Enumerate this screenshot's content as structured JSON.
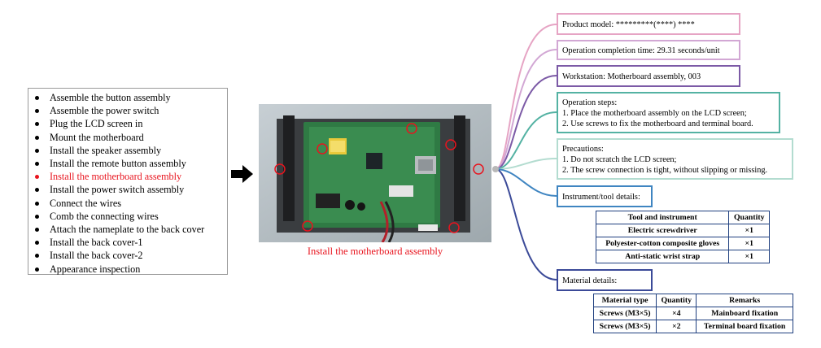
{
  "steps": [
    {
      "label": "Assemble the button assembly",
      "active": false
    },
    {
      "label": "Assemble the power switch",
      "active": false
    },
    {
      "label": "Plug the LCD screen in",
      "active": false
    },
    {
      "label": "Mount the motherboard",
      "active": false
    },
    {
      "label": "Install the speaker assembly",
      "active": false
    },
    {
      "label": "Install the remote button assembly",
      "active": false
    },
    {
      "label": "Install the motherboard assembly",
      "active": true
    },
    {
      "label": "Install the power switch assembly",
      "active": false
    },
    {
      "label": "Connect the wires",
      "active": false
    },
    {
      "label": "Comb the connecting wires",
      "active": false
    },
    {
      "label": "Attach the nameplate to the back cover",
      "active": false
    },
    {
      "label": "Install the back cover-1",
      "active": false
    },
    {
      "label": "Install the back cover-2",
      "active": false
    },
    {
      "label": "Appearance inspection",
      "active": false
    }
  ],
  "photo_caption": "Install the motherboard assembly",
  "info": {
    "product_model": "Product model: *********(****) ****",
    "completion_time": "Operation completion time: 29.31 seconds/unit",
    "workstation": "Workstation: Motherboard assembly, 003",
    "operation_steps_title": "Operation steps:",
    "operation_step_1": "1. Place the motherboard assembly on the LCD screen;",
    "operation_step_2": "2. Use screws to fix the motherboard and terminal board.",
    "precautions_title": "Precautions:",
    "precaution_1": "1. Do not scratch the LCD screen;",
    "precaution_2": "2. The screw connection is tight, without slipping or missing.",
    "tool_details_title": "Instrument/tool details:",
    "material_details_title": "Material details:"
  },
  "tool_table": {
    "headers": [
      "Tool and instrument",
      "Quantity"
    ],
    "rows": [
      [
        "Electric screwdriver",
        "×1"
      ],
      [
        "Polyester-cotton composite gloves",
        "×1"
      ],
      [
        "Anti-static wrist strap",
        "×1"
      ]
    ]
  },
  "material_table": {
    "headers": [
      "Material type",
      "Quantity",
      "Remarks"
    ],
    "rows": [
      [
        "Screws (M3×5)",
        "×4",
        "Mainboard fixation"
      ],
      [
        "Screws (M3×5)",
        "×2",
        "Terminal board fixation"
      ]
    ]
  },
  "colors": {
    "highlight": "#e8141e",
    "product_model_border": "#e6a4c4",
    "completion_time_border": "#d2a7d4",
    "workstation_border": "#7c5aa6",
    "operation_steps_border": "#54b2a3",
    "precautions_border": "#b3dcd0",
    "tool_details_border": "#3f85c1",
    "material_details_border": "#3b4a98",
    "table_border": "#1f3f7f"
  }
}
